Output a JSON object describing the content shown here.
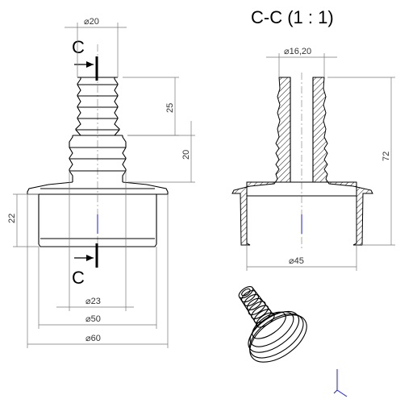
{
  "section_title": "C-C (1 : 1)",
  "section_marker": "C",
  "dimensions": {
    "d_top": "20",
    "length_25": "25",
    "length_20": "20",
    "height_22": "22",
    "d_23": "23",
    "d_50": "50",
    "d_60": "60",
    "d_inner": "16,20",
    "height_72": "72",
    "d_45": "45"
  },
  "colors": {
    "line": "#000000",
    "dimension": "#777777",
    "axis_blue": "#1a1aff"
  },
  "icons": {
    "diameter": "diameter-symbol",
    "axis_triad": "axis-triad-icon"
  }
}
